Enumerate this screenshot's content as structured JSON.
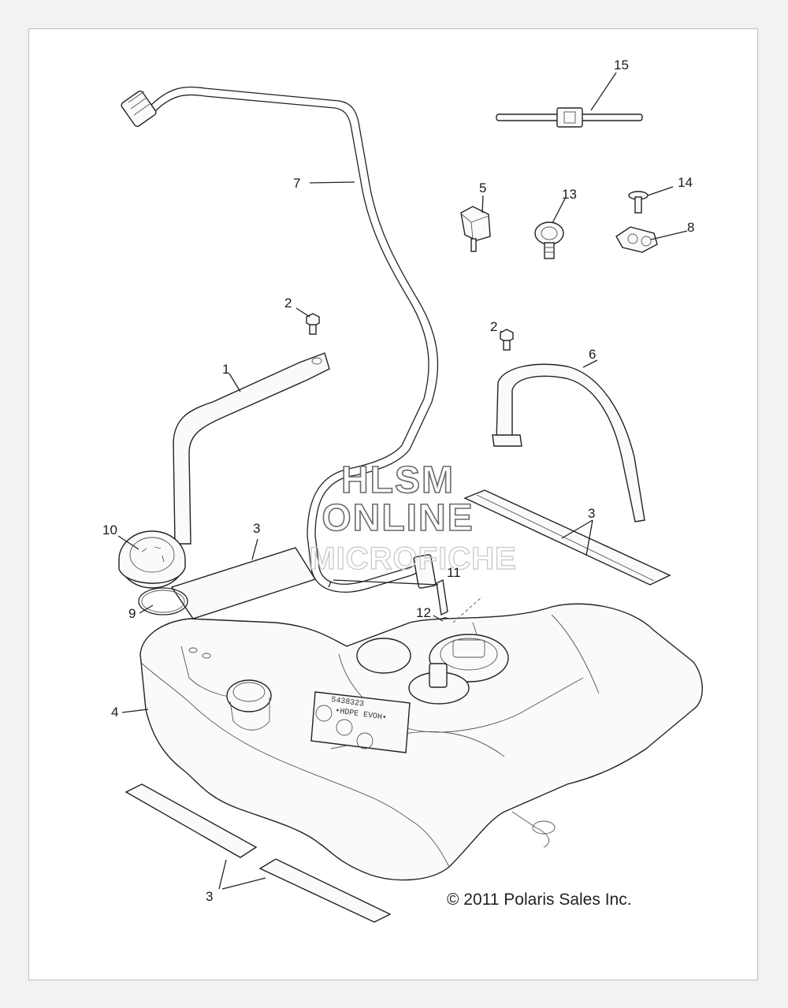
{
  "diagram": {
    "callouts": [
      "1",
      "2",
      "2",
      "3",
      "3",
      "3",
      "4",
      "5",
      "6",
      "7",
      "8",
      "9",
      "10",
      "11",
      "12",
      "13",
      "14",
      "15"
    ],
    "watermark": {
      "line1": "HLSM",
      "line2": "ONLINE",
      "line3": "MICROFICHE"
    },
    "copyright": "© 2011 Polaris Sales Inc.",
    "tank_label": {
      "line1": "5438323",
      "line2": "•HDPE EVOH•"
    }
  }
}
